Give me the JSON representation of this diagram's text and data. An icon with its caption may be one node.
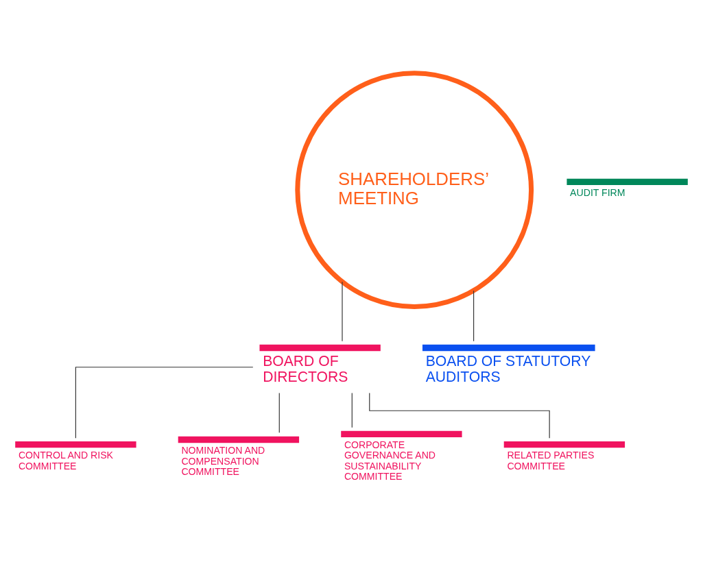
{
  "diagram": {
    "nodes": [
      {
        "text": [
          "SHAREHOLDERS’ MEETING"
        ]
      },
      {
        "text": [
          "BOARD OF DIRECTORS"
        ]
      },
      {
        "text": [
          "BOARD OF STATUTORY AUDITORS"
        ]
      },
      {
        "text": [
          "CONTROL AND RISK COMMITTEE"
        ]
      },
      {
        "text": [
          "NOMINATION AND COMPENSATION COMMITTEE"
        ]
      },
      {
        "text": [
          "CORPORATE GOVERNANCE AND SUSTAINABILITY COMMITTEE"
        ]
      },
      {
        "text": [
          "RELATED PARTIES COMMITTEE"
        ]
      },
      {
        "text": [
          "AUDIT FIRM"
        ]
      }
    ],
    "edges": [
      {
        "from": 0,
        "to": 1,
        "arrow": "none"
      },
      {
        "from": 0,
        "to": 2,
        "arrow": "none"
      },
      {
        "from": 1,
        "to": 3,
        "arrow": "none"
      },
      {
        "from": 1,
        "to": 4,
        "arrow": "none"
      },
      {
        "from": 1,
        "to": 5,
        "arrow": "none"
      },
      {
        "from": 1,
        "to": 6,
        "arrow": "none"
      }
    ]
  }
}
